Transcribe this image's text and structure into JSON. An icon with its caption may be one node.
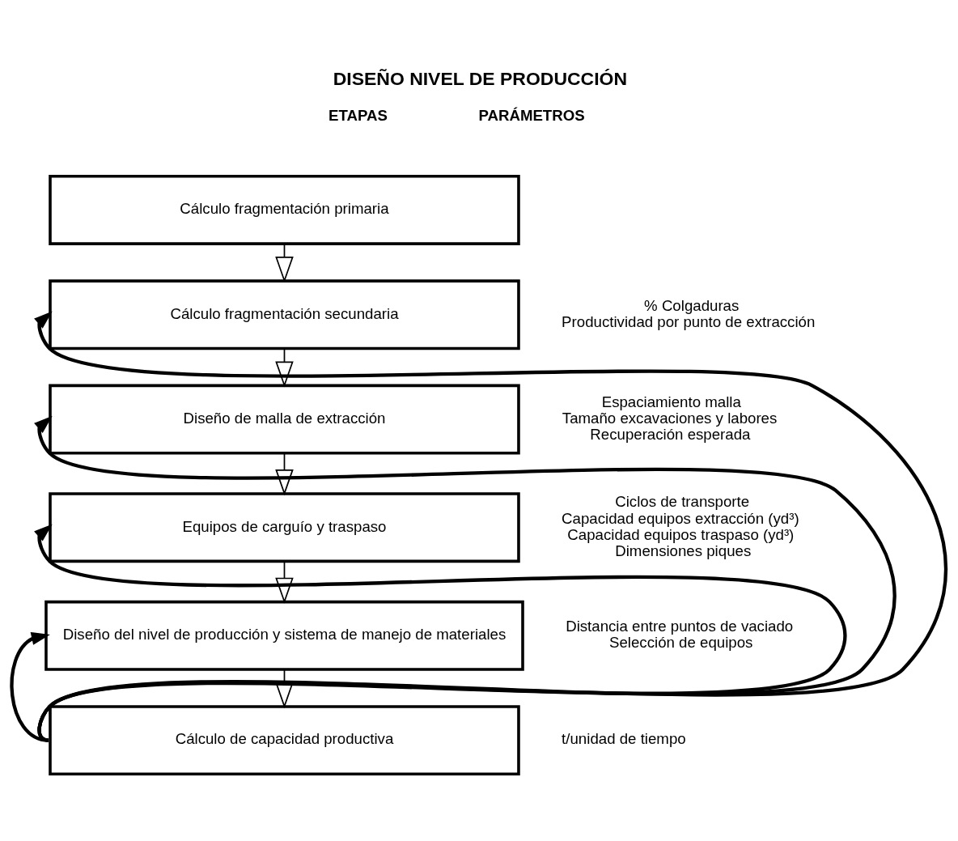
{
  "diagram": {
    "title": "DISEÑO NIVEL DE PRODUCCIÓN",
    "nodes": [
      {
        "text": [
          "Cálculo fragmentación primaria"
        ]
      },
      {
        "text": [
          "Cálculo fragmentación secundaria"
        ],
        "beside": [
          "% Colgaduras",
          "Productividad por punto de extracción"
        ]
      },
      {
        "text": [
          "Diseño de malla de extracción"
        ],
        "beside": [
          "Espaciamiento malla",
          "Tamaño excavaciones y labores",
          "Recuperación esperada"
        ]
      },
      {
        "text": [
          "Equipos de carguío y traspaso"
        ],
        "beside": [
          "Ciclos de transporte",
          "Capacidad equipos extracción (yd³)",
          "Capacidad equipos traspaso (yd³)",
          "Dimensiones piques"
        ]
      },
      {
        "text": [
          "Diseño del nivel de producción y sistema de manejo de materiales"
        ],
        "beside": [
          "Distancia entre puntos de vaciado",
          "Selección de equipos"
        ]
      },
      {
        "text": [
          "Cálculo de capacidad productiva"
        ],
        "beside": [
          "t/unidad de tiempo"
        ]
      }
    ],
    "edges": [
      {
        "from": 0,
        "to": 1,
        "arrow": "to"
      },
      {
        "from": 1,
        "to": 2,
        "arrow": "to"
      },
      {
        "from": 2,
        "to": 3,
        "arrow": "to"
      },
      {
        "from": 3,
        "to": 4,
        "arrow": "to"
      },
      {
        "from": 4,
        "to": 5,
        "arrow": "to"
      },
      {
        "from": 5,
        "to": 1,
        "arrow": "to",
        "style": "thick"
      },
      {
        "from": 5,
        "to": 2,
        "arrow": "to",
        "style": "thick"
      },
      {
        "from": 5,
        "to": 3,
        "arrow": "to",
        "style": "thick"
      },
      {
        "from": 5,
        "to": 4,
        "arrow": "to",
        "style": "thick"
      }
    ],
    "labels": [
      "ETAPAS",
      "PARÁMETROS"
    ]
  }
}
